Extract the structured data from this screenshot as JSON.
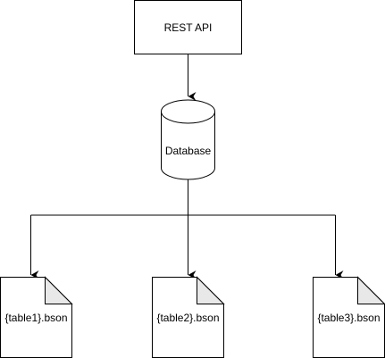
{
  "diagram": {
    "api_node": {
      "label": "REST API"
    },
    "database_node": {
      "label": "Database"
    },
    "files": [
      {
        "label": "{table1}.bson"
      },
      {
        "label": "{table2}.bson"
      },
      {
        "label": "{table3}.bson"
      }
    ],
    "colors": {
      "stroke": "#000000",
      "fill": "#ffffff",
      "fold": "#e8e8e8",
      "text": "#000000"
    }
  }
}
